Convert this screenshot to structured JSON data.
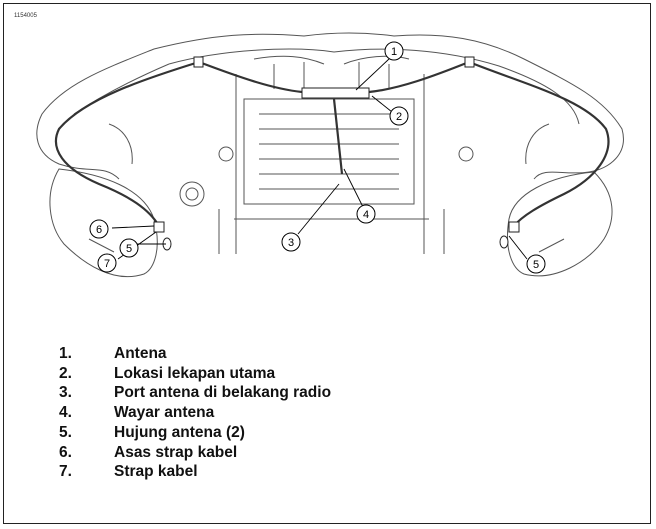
{
  "figure_id": "1154005",
  "callouts": [
    {
      "number": "1"
    },
    {
      "number": "2"
    },
    {
      "number": "3"
    },
    {
      "number": "4"
    },
    {
      "number": "5"
    },
    {
      "number": "5"
    },
    {
      "number": "6"
    },
    {
      "number": "7"
    }
  ],
  "legend": [
    {
      "number": "1.",
      "label": "Antena"
    },
    {
      "number": "2.",
      "label": "Lokasi lekapan utama"
    },
    {
      "number": "3.",
      "label": "Port antena di belakang radio"
    },
    {
      "number": "4.",
      "label": "Wayar antena"
    },
    {
      "number": "5.",
      "label": "Hujung antena (2)"
    },
    {
      "number": "6.",
      "label": "Asas strap kabel"
    },
    {
      "number": "7.",
      "label": "Strap kabel"
    }
  ]
}
